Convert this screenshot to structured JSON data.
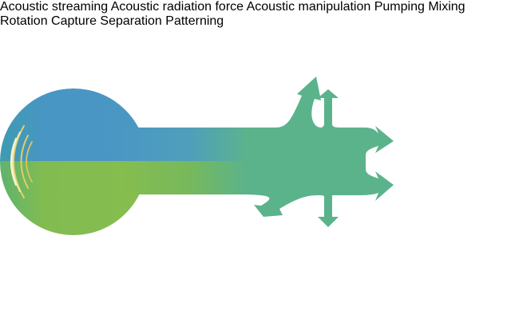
{
  "hub": {
    "streaming_line1": "Acoustic",
    "streaming_line2": "streaming",
    "radiation_line1": "Acoustic",
    "radiation_line2": "radiation force",
    "manipulation_line1": "Acoustic",
    "manipulation_line2": "manipulation"
  },
  "panels": {
    "pumping": "Pumping",
    "mixing": "Mixing",
    "rotation": "Rotation",
    "capture": "Capture",
    "separation": "Separation",
    "patterning": "Patterning"
  },
  "colors": {
    "streaming_blue": "#4a97c4",
    "radiation_green": "#86bd4e",
    "manipulation_teal": "#5bb38c",
    "channel_fill": "#c3e3ef",
    "particle_orange": "#d9824a",
    "flow_line": "#2d5f95"
  }
}
